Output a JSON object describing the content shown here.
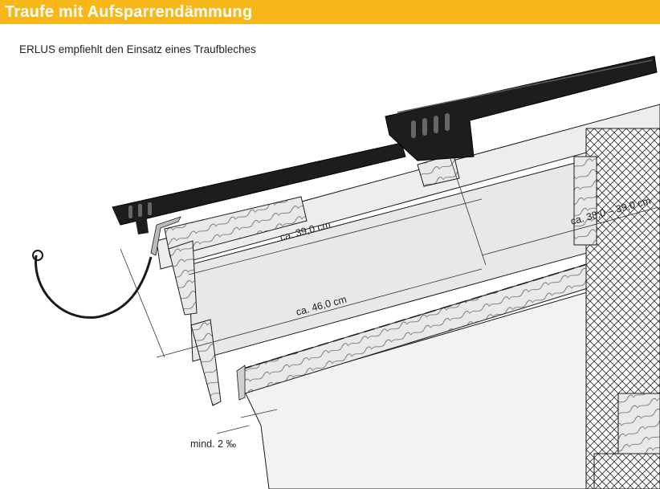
{
  "header": {
    "title": "Traufe mit Aufsparrendämmung"
  },
  "subtitle": "ERLUS empfiehlt den Einsatz eines Traufbleches",
  "dimensions": {
    "tile_length": "ca. 39,0 cm",
    "eave_length": "ca. 46,0 cm",
    "batten_spacing": "ca. 38,0 – 39,0 cm",
    "gutter_slope": "mind. 2 ‰"
  },
  "colors": {
    "header_bg": "#f7b718",
    "tile": "#1d1d1d",
    "tile_highlight": "#5a5a5a",
    "timber_fill": "#e6e6e6",
    "line": "#1a1a1a"
  }
}
